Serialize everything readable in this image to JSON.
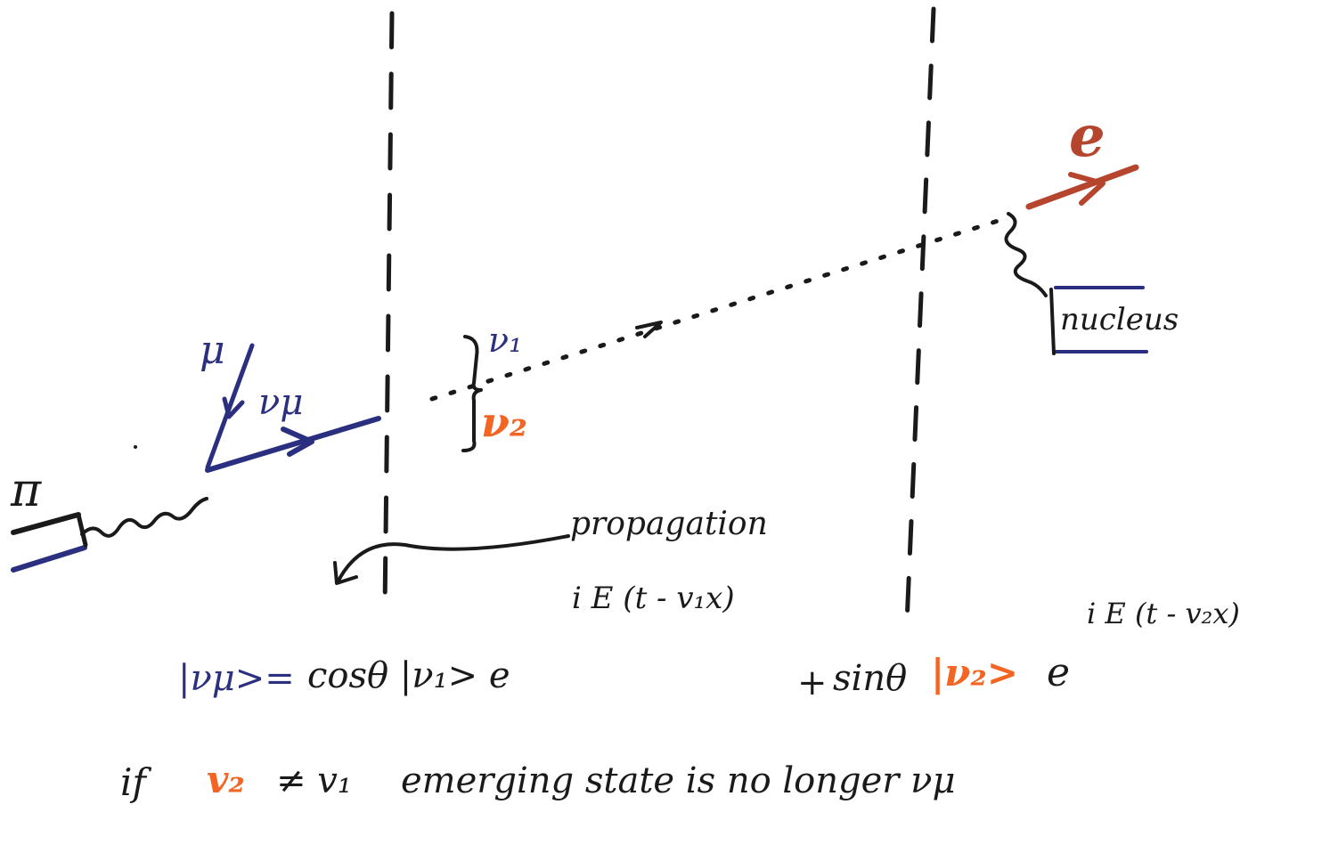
{
  "labels": {
    "pion": "π",
    "muon": "μ",
    "nu_mu": "νμ",
    "nu_1": "ν₁",
    "nu_2": "ν₂",
    "electron": "e",
    "nucleus": "nucleus",
    "propagation": "propagation",
    "phase_1": "i E (t - v₁x)",
    "phase_2": "i E (t - v₂x)"
  },
  "equation": {
    "lhs": "|νμ>=",
    "term1": "cosθ |ν₁> e",
    "plus": "+",
    "term2_prefix": "sinθ",
    "term2_state": "|ν₂>",
    "term2_exp": "e"
  },
  "bottom_text": {
    "v2": "v₂",
    "neq": "≠ v₁",
    "rest": "emerging state is no longer νμ",
    "if": "if"
  },
  "colors": {
    "ink": "#1a1a1a",
    "blue": "#2b2f80",
    "orange": "#f26522",
    "red": "#b5452c"
  }
}
